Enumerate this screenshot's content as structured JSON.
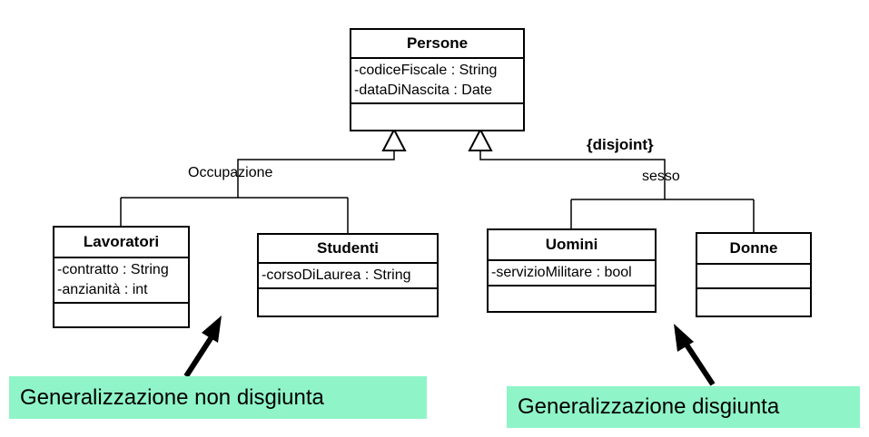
{
  "classes": {
    "persone": {
      "name": "Persone",
      "attrs": [
        "-codiceFiscale : String",
        "-dataDiNascita : Date"
      ]
    },
    "lavoratori": {
      "name": "Lavoratori",
      "attrs": [
        "-contratto : String",
        "-anzianità : int"
      ]
    },
    "studenti": {
      "name": "Studenti",
      "attrs": [
        "-corsoDiLaurea : String"
      ]
    },
    "uomini": {
      "name": "Uomini",
      "attrs": [
        "-servizioMilitare : bool"
      ]
    },
    "donne": {
      "name": "Donne",
      "attrs": []
    }
  },
  "labels": {
    "occupazione": "Occupazione",
    "sesso": "sesso",
    "disjoint": "{disjoint}"
  },
  "notes": {
    "non_disgiunta": "Generalizzazione non disgiunta",
    "disgiunta": "Generalizzazione disgiunta"
  },
  "colors": {
    "note_background": "#8ff5c8",
    "line": "#000000"
  }
}
